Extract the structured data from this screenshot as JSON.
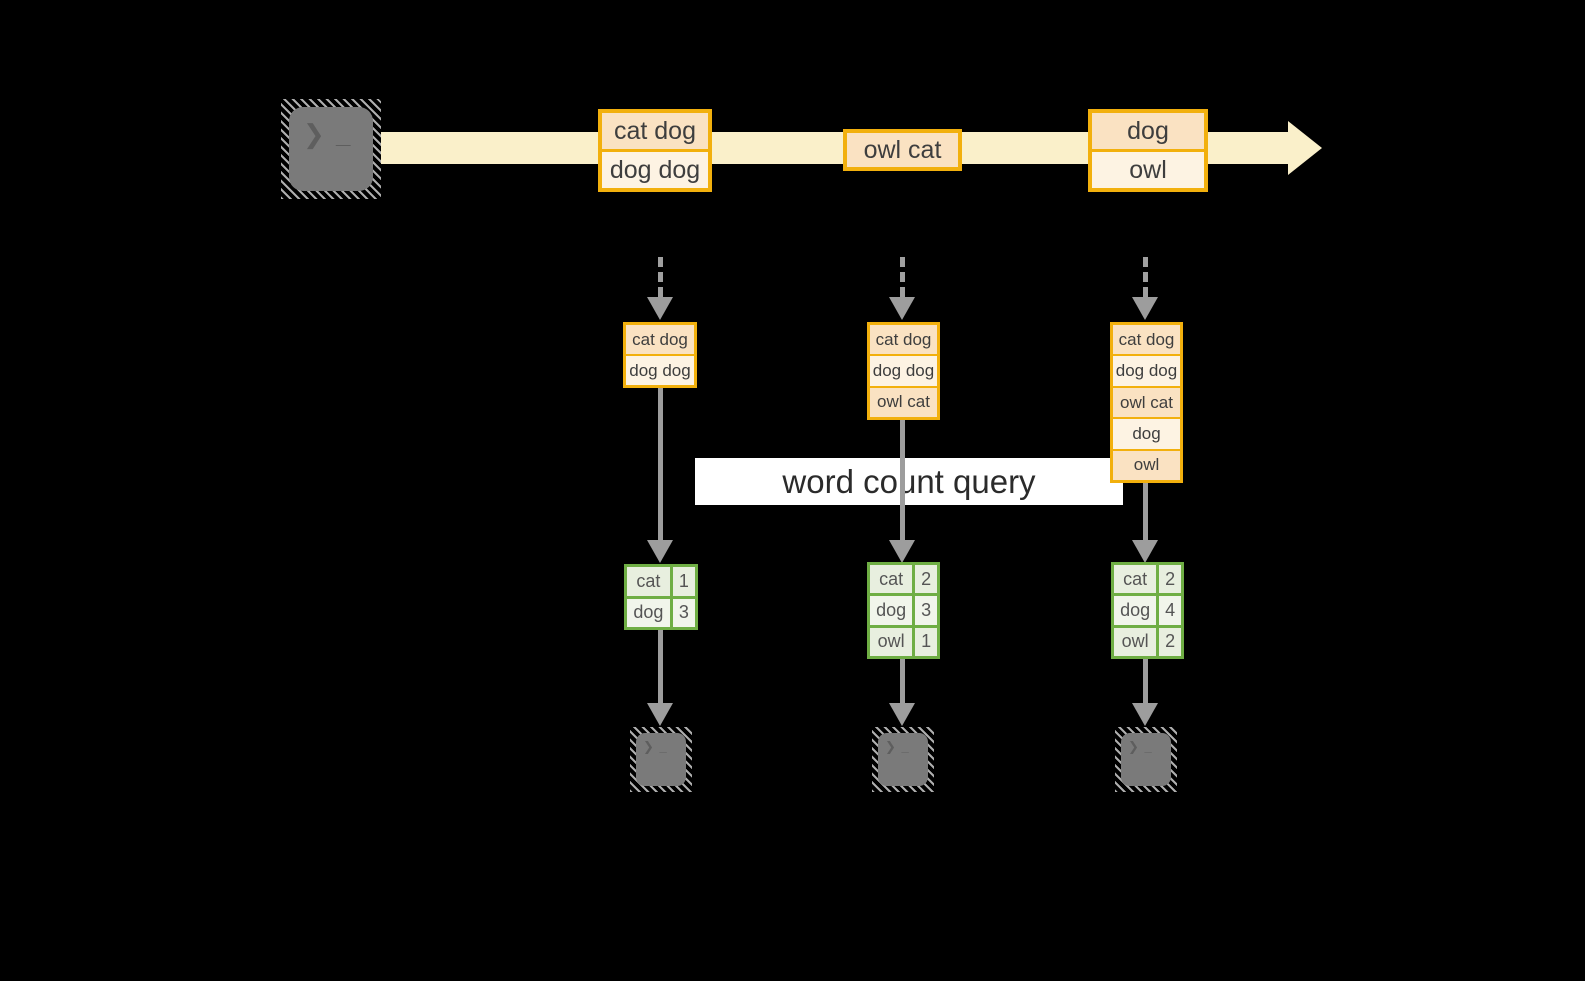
{
  "banner": {
    "label": "word count query"
  },
  "icons": {
    "source": "terminal-icon",
    "sinks": [
      "terminal-icon",
      "terminal-icon",
      "terminal-icon"
    ],
    "prompt_glyph": "❯ _"
  },
  "colors": {
    "background": "#000000",
    "stream_band": "#FAF0CA",
    "record_border": "#F2B00D",
    "record_peach": "#FAE2C2",
    "record_cream": "#FDF3E3",
    "table_border": "#6FAE44",
    "table_row_odd": "#E8EFDF",
    "table_row_even": "#F1F5EB",
    "connector_gray": "#9D9D9D",
    "banner_bg": "#FFFFFF",
    "terminal_gray": "#7A7A7A"
  },
  "stream": {
    "batches": [
      {
        "cells": [
          "cat dog",
          "dog dog"
        ]
      },
      {
        "cells": [
          "owl cat"
        ]
      },
      {
        "cells": [
          "dog",
          "owl"
        ]
      }
    ]
  },
  "tasks": [
    {
      "input": [
        "cat dog",
        "dog dog"
      ],
      "counts": [
        {
          "word": "cat",
          "value": "1"
        },
        {
          "word": "dog",
          "value": "3"
        }
      ]
    },
    {
      "input": [
        "cat dog",
        "dog dog",
        "owl cat"
      ],
      "counts": [
        {
          "word": "cat",
          "value": "2"
        },
        {
          "word": "dog",
          "value": "3"
        },
        {
          "word": "owl",
          "value": "1"
        }
      ]
    },
    {
      "input": [
        "cat dog",
        "dog dog",
        "owl cat",
        "dog",
        "owl"
      ],
      "counts": [
        {
          "word": "cat",
          "value": "2"
        },
        {
          "word": "dog",
          "value": "4"
        },
        {
          "word": "owl",
          "value": "2"
        }
      ]
    }
  ]
}
